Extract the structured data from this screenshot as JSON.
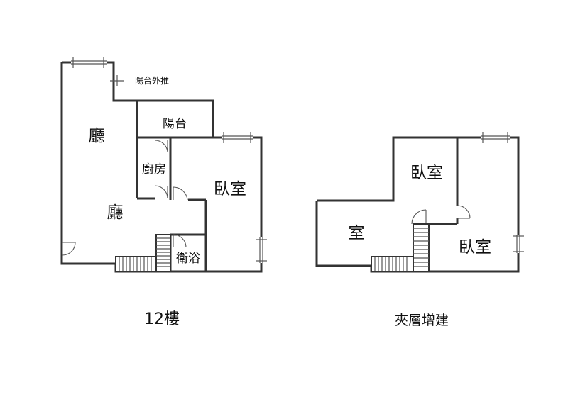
{
  "floor12": {
    "caption": "12樓",
    "rooms": {
      "living_top": "廳",
      "living_bottom": "廳",
      "balcony": "陽台",
      "kitchen": "廚房",
      "bedroom": "臥室",
      "bathroom": "衛浴"
    },
    "balcony_note": "陽台外推"
  },
  "mezzanine": {
    "caption": "夾層增建",
    "rooms": {
      "room_left": "室",
      "bedroom_top": "臥室",
      "bedroom_right": "臥室"
    }
  },
  "colors": {
    "wall": "#333333",
    "text": "#111111",
    "background": "#ffffff"
  }
}
